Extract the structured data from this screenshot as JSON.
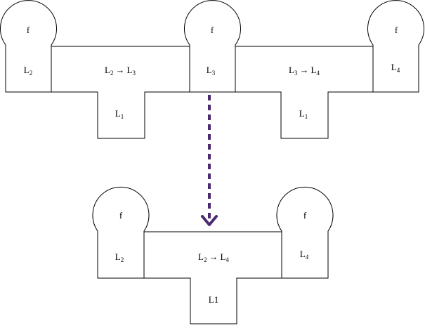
{
  "colors": {
    "stroke": "#000000",
    "arrow": "#4b2a6e",
    "background": "#ffffff"
  },
  "top_row": {
    "left_block": {
      "head": "f",
      "base": "L",
      "sub": "2"
    },
    "first_junction": {
      "left_base": "L",
      "left_sub": "2",
      "arrow": "→",
      "right_base": "L",
      "right_sub": "3",
      "stem_base": "L",
      "stem_sub": "1"
    },
    "middle_block": {
      "head": "f",
      "base": "L",
      "sub": "3"
    },
    "second_junction": {
      "left_base": "L",
      "left_sub": "3",
      "arrow": "→",
      "right_base": "L",
      "right_sub": "4",
      "stem_base": "L",
      "stem_sub": "1"
    },
    "right_block": {
      "head": "f",
      "base": "L",
      "sub": "4"
    }
  },
  "connector": {
    "style": "dashed-arrow-down"
  },
  "bottom_row": {
    "left_block": {
      "head": "f",
      "base": "L",
      "sub": "2"
    },
    "junction": {
      "left_base": "L",
      "left_sub": "2",
      "arrow": "→",
      "right_base": "L",
      "right_sub": "4",
      "stem": "L1"
    },
    "right_block": {
      "head": "f",
      "base": "L",
      "sub": "4"
    }
  }
}
